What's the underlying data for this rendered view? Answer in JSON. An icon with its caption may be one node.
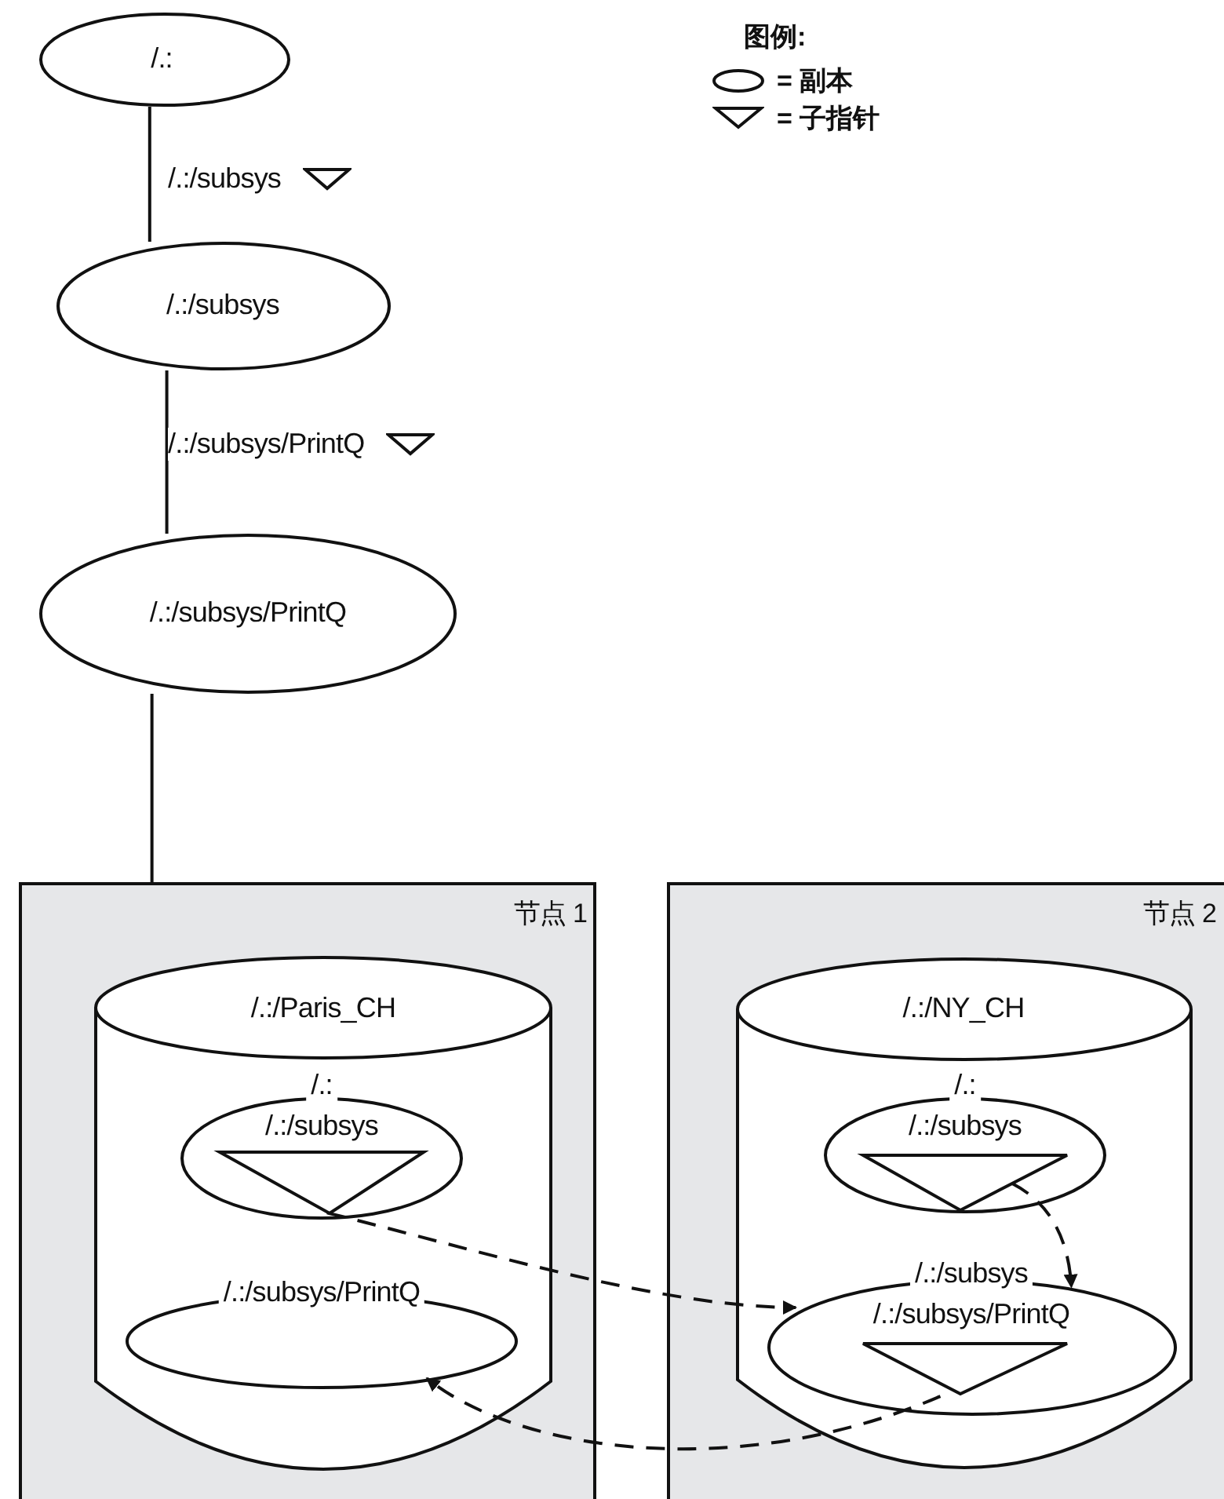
{
  "diagram": {
    "nodes": [
      {
        "text": [
          "/.:"
        ]
      },
      {
        "text": [
          "/.:/subsys"
        ]
      },
      {
        "text": [
          "/.:/subsys/PrintQ"
        ]
      },
      {
        "text": [
          "节点 1"
        ]
      },
      {
        "text": [
          "/.:/Paris_CH"
        ],
        "in": 3
      },
      {
        "text": [
          "/.:",
          "/.:/subsys"
        ],
        "in": 4
      },
      {
        "text": [
          "/.:/subsys/PrintQ"
        ],
        "in": 4
      },
      {
        "text": [
          "节点 2"
        ]
      },
      {
        "text": [
          "/.:/NY_CH"
        ],
        "in": 7
      },
      {
        "text": [
          "/.:",
          "/.:/subsys"
        ],
        "in": 8
      },
      {
        "text": [
          "/.:/subsys",
          "/.:/subsys/PrintQ"
        ],
        "in": 8
      }
    ],
    "edges": [
      {
        "from": 0,
        "to": 1,
        "arrow": "none",
        "label": "/.:/subsys"
      },
      {
        "from": 1,
        "to": 2,
        "arrow": "none",
        "label": "/.:/subsys/PrintQ"
      },
      {
        "from": 2,
        "to": 3,
        "arrow": "none"
      },
      {
        "from": 5,
        "to": 10,
        "arrow": "to",
        "style": "dashed"
      },
      {
        "from": 9,
        "to": 10,
        "arrow": "to",
        "style": "dashed"
      },
      {
        "from": 10,
        "to": 6,
        "arrow": "to",
        "style": "dashed"
      }
    ],
    "labels": [
      "图例:"
    ],
    "legend": [
      {
        "text": "= 副本"
      },
      {
        "text": "= 子指针"
      }
    ]
  }
}
